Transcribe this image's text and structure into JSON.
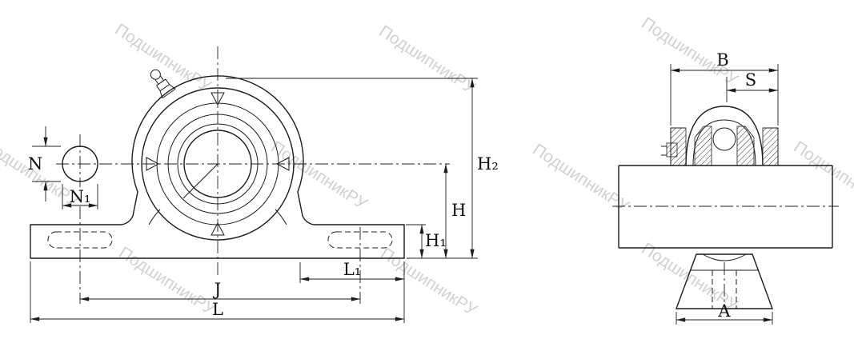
{
  "drawing": {
    "title": "pillow-block-bearing-unit-drawing",
    "views": {
      "front": {
        "dimensions": {
          "N": "N",
          "N1": "N₁",
          "H2": "H₂",
          "H": "H",
          "H1": "H₁",
          "L1": "L₁",
          "J": "J",
          "L": "L"
        }
      },
      "side": {
        "dimensions": {
          "B": "B",
          "S": "S",
          "A": "A"
        }
      }
    }
  },
  "watermark": {
    "text": "ПодшипникРУ"
  },
  "colors": {
    "line": "#1c1c1c",
    "label": "#111111",
    "watermark": "#c9c9c9",
    "background": "#ffffff"
  }
}
